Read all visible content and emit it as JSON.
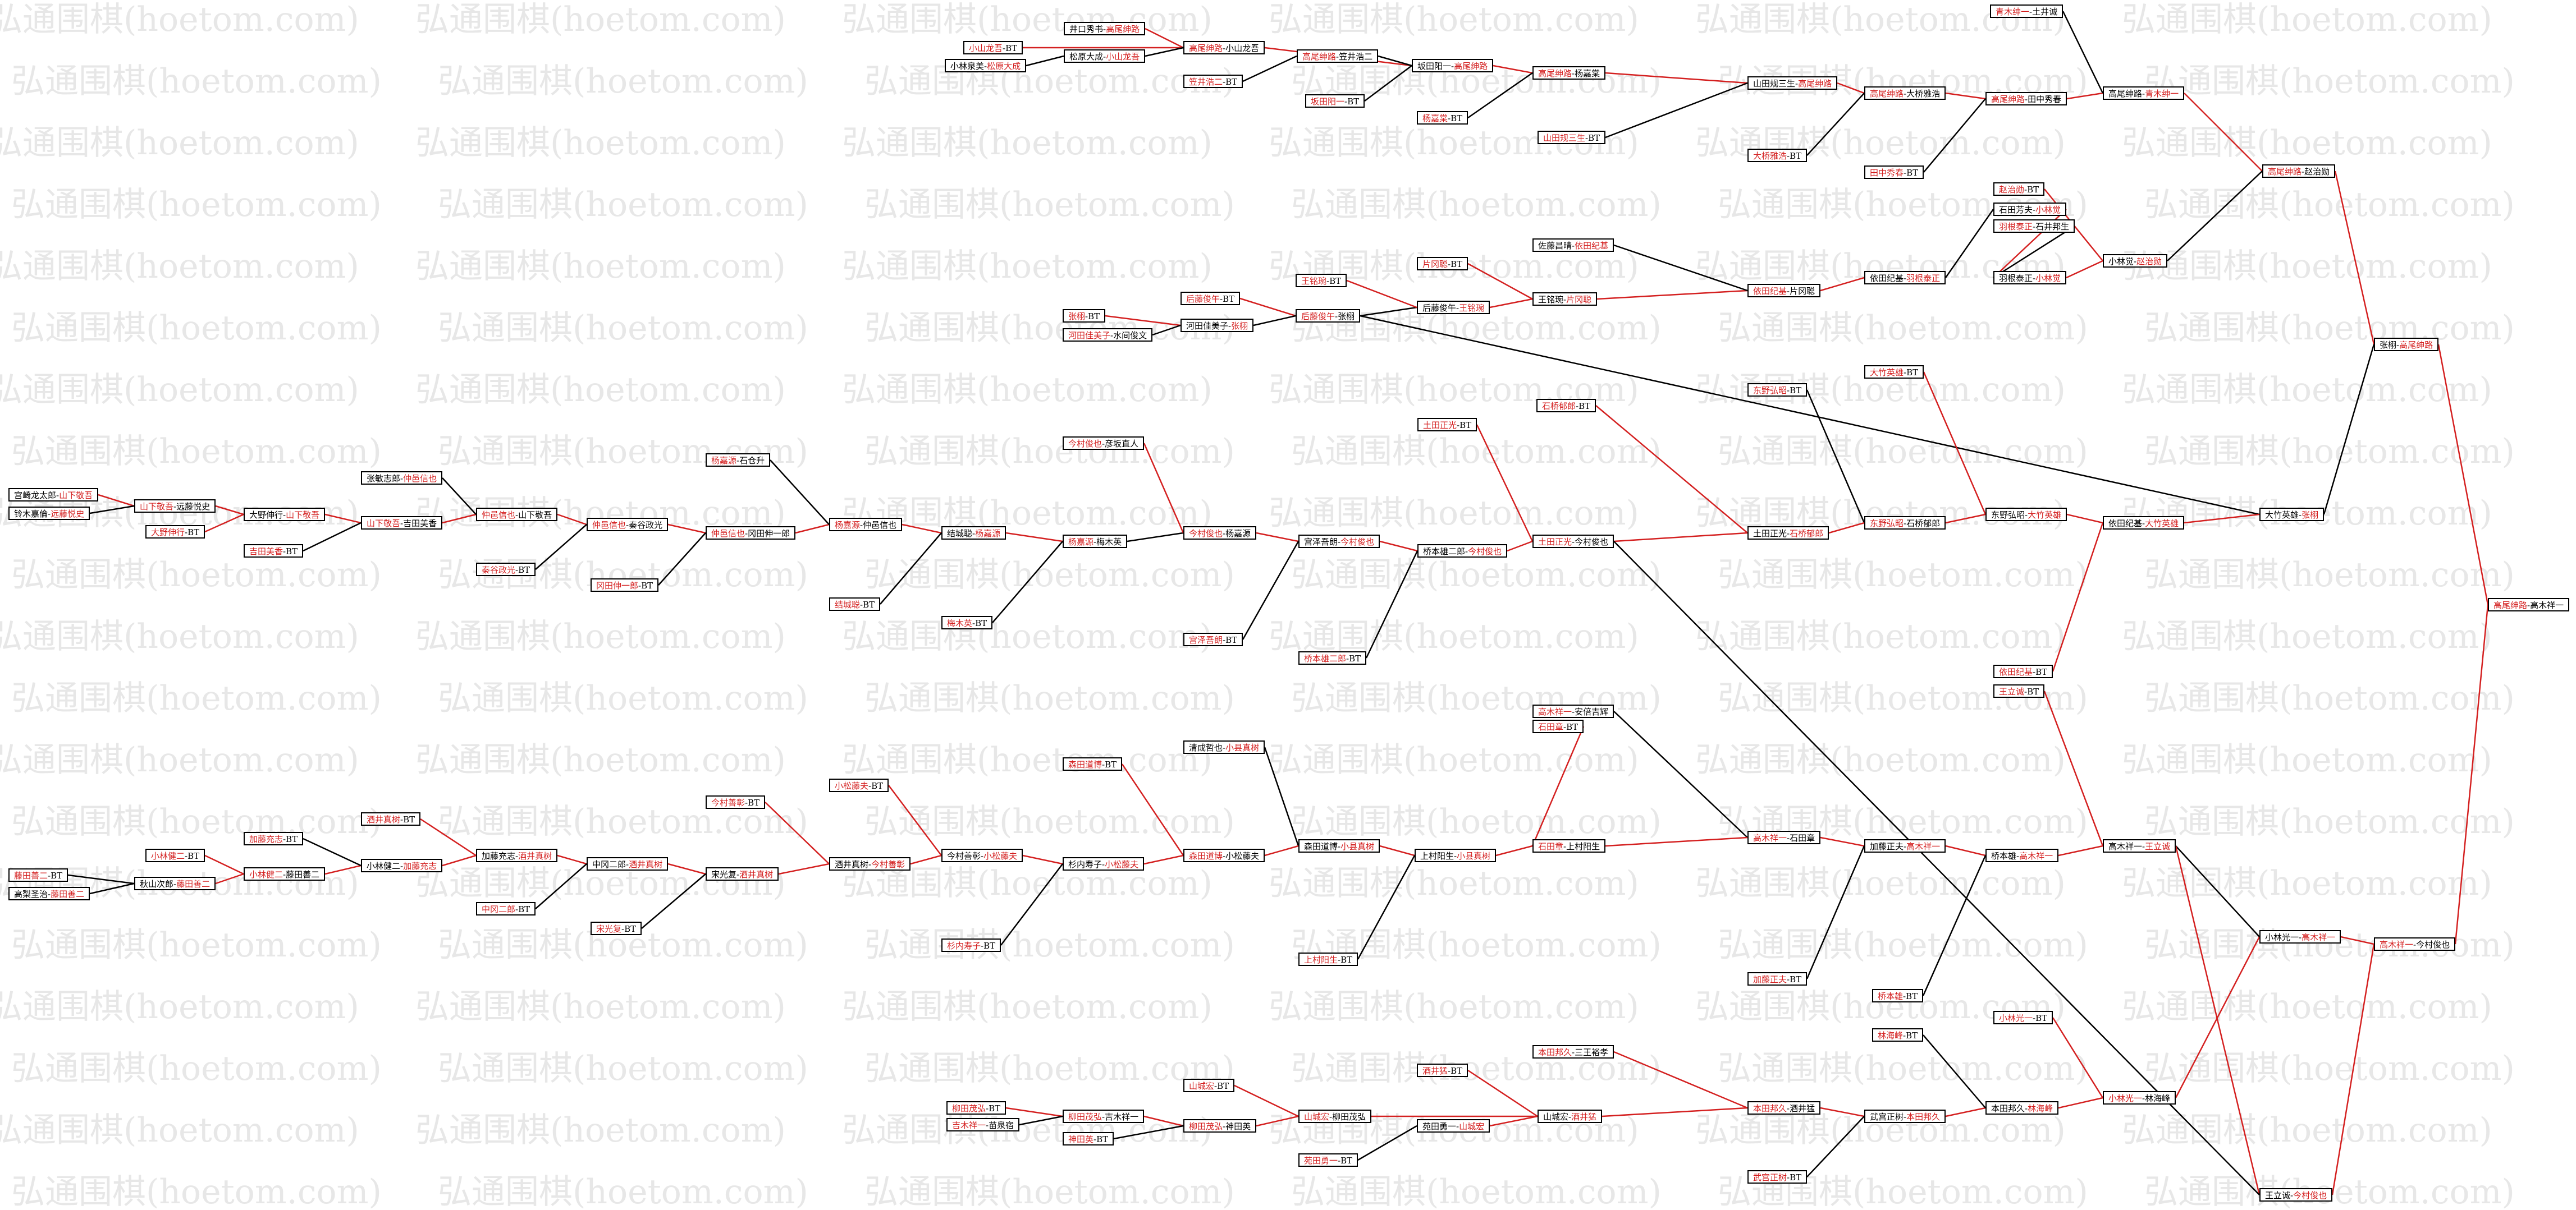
{
  "watermark": "弘通围棋(hoetom.com)",
  "colors": {
    "win_line": "#d42020",
    "loss_line": "#000000",
    "winner_text": "#d42020"
  },
  "nodes": [
    {
      "id": "n1",
      "p1": "小山龙吾",
      "p2": "BT",
      "w": 1
    },
    {
      "id": "n2",
      "p1": "小林泉美",
      "p2": "松原大成",
      "w": 2
    },
    {
      "id": "n3",
      "p1": "井口秀书",
      "p2": "高尾绅路",
      "w": 2
    },
    {
      "id": "n4",
      "p1": "松原大成",
      "p2": "小山龙吾",
      "w": 2
    },
    {
      "id": "n5",
      "p1": "高尾绅路",
      "p2": "小山龙吾",
      "w": 1
    },
    {
      "id": "n6",
      "p1": "笠井浩二",
      "p2": "BT",
      "w": 1
    },
    {
      "id": "n7",
      "p1": "高尾绅路",
      "p2": "笠井浩二",
      "w": 1
    },
    {
      "id": "n8",
      "p1": "坂田阳一",
      "p2": "BT",
      "w": 1
    },
    {
      "id": "n9",
      "p1": "坂田阳一",
      "p2": "高尾绅路",
      "w": 2
    },
    {
      "id": "n10",
      "p1": "杨嘉棠",
      "p2": "BT",
      "w": 1
    },
    {
      "id": "n11",
      "p1": "高尾绅路",
      "p2": "杨嘉棠",
      "w": 1
    },
    {
      "id": "n12",
      "p1": "山田规三生",
      "p2": "BT",
      "w": 1
    },
    {
      "id": "n13",
      "p1": "山田规三生",
      "p2": "高尾绅路",
      "w": 2
    },
    {
      "id": "n14",
      "p1": "大桥雅浩",
      "p2": "BT",
      "w": 1
    },
    {
      "id": "n15",
      "p1": "高尾绅路",
      "p2": "大桥雅浩",
      "w": 1
    },
    {
      "id": "n16",
      "p1": "田中秀春",
      "p2": "BT",
      "w": 1
    },
    {
      "id": "n17",
      "p1": "高尾绅路",
      "p2": "田中秀春",
      "w": 1
    },
    {
      "id": "n18",
      "p1": "青木绅一",
      "p2": "土井诚",
      "w": 1
    },
    {
      "id": "n19",
      "p1": "高尾绅路",
      "p2": "青木绅一",
      "w": 2
    },
    {
      "id": "n20",
      "p1": "高尾绅路",
      "p2": "赵治勋",
      "w": 1
    },
    {
      "id": "n21",
      "p1": "石田芳夫",
      "p2": "小林觉",
      "w": 2
    },
    {
      "id": "n22",
      "p1": "羽根泰正",
      "p2": "石井邦生",
      "w": 1
    },
    {
      "id": "n23",
      "p1": "羽根泰正",
      "p2": "小林觉",
      "w": 2
    },
    {
      "id": "n24",
      "p1": "赵治勋",
      "p2": "BT",
      "w": 1
    },
    {
      "id": "n25",
      "p1": "小林觉",
      "p2": "赵治勋",
      "w": 2
    },
    {
      "id": "n26",
      "p1": "张栩",
      "p2": "高尾绅路",
      "w": 2
    },
    {
      "id": "n27",
      "p1": "高尾绅路",
      "p2": "高木祥一",
      "w": 1
    },
    {
      "id": "n28",
      "p1": "后藤俊午",
      "p2": "BT",
      "w": 1
    },
    {
      "id": "n29",
      "p1": "张栩",
      "p2": "BT",
      "w": 1
    },
    {
      "id": "n30",
      "p1": "河田佳美子",
      "p2": "水间俊文",
      "w": 1
    },
    {
      "id": "n31",
      "p1": "河田佳美子",
      "p2": "张栩",
      "w": 2
    },
    {
      "id": "n32",
      "p1": "后藤俊午",
      "p2": "张栩",
      "w": 1
    },
    {
      "id": "n33",
      "p1": "王铭琬",
      "p2": "BT",
      "w": 1
    },
    {
      "id": "n34",
      "p1": "片冈聪",
      "p2": "BT",
      "w": 1
    },
    {
      "id": "n35",
      "p1": "后藤俊午",
      "p2": "王铭琬",
      "w": 2
    },
    {
      "id": "n36",
      "p1": "王铭琬",
      "p2": "片冈聪",
      "w": 2
    },
    {
      "id": "n37",
      "p1": "佐藤昌晴",
      "p2": "依田纪基",
      "w": 2
    },
    {
      "id": "n38",
      "p1": "依田纪基",
      "p2": "片冈聪",
      "w": 1
    },
    {
      "id": "n39",
      "p1": "依田纪基",
      "p2": "羽根泰正",
      "w": 2
    },
    {
      "id": "n40",
      "p1": "大竹英雄",
      "p2": "张栩",
      "w": 2
    },
    {
      "id": "n41",
      "p1": "东野弘昭",
      "p2": "BT",
      "w": 1
    },
    {
      "id": "n42",
      "p1": "大竹英雄",
      "p2": "BT",
      "w": 1
    },
    {
      "id": "n43",
      "p1": "石桥郁郎",
      "p2": "BT",
      "w": 1
    },
    {
      "id": "n44",
      "p1": "土田正光",
      "p2": "石桥郁郎",
      "w": 2
    },
    {
      "id": "n45",
      "p1": "东野弘昭",
      "p2": "石桥郁郎",
      "w": 1
    },
    {
      "id": "n46",
      "p1": "东野弘昭",
      "p2": "大竹英雄",
      "w": 2
    },
    {
      "id": "n47",
      "p1": "依田纪基",
      "p2": "大竹英雄",
      "w": 2
    },
    {
      "id": "n48",
      "p1": "宫崎龙太郎",
      "p2": "山下敬吾",
      "w": 2
    },
    {
      "id": "n49",
      "p1": "铃木嘉倫",
      "p2": "远藤悦史",
      "w": 2
    },
    {
      "id": "n50",
      "p1": "山下敬吾",
      "p2": "远藤悦史",
      "w": 1
    },
    {
      "id": "n51",
      "p1": "大野伸行",
      "p2": "BT",
      "w": 1
    },
    {
      "id": "n52",
      "p1": "大野伸行",
      "p2": "山下敬吾",
      "w": 2
    },
    {
      "id": "n53",
      "p1": "吉田美香",
      "p2": "BT",
      "w": 1
    },
    {
      "id": "n54",
      "p1": "山下敬吾",
      "p2": "吉田美香",
      "w": 1
    },
    {
      "id": "n55",
      "p1": "张敏志郎",
      "p2": "仲邑信也",
      "w": 2
    },
    {
      "id": "n56",
      "p1": "仲邑信也",
      "p2": "山下敬吾",
      "w": 1
    },
    {
      "id": "n57",
      "p1": "秦谷政光",
      "p2": "BT",
      "w": 1
    },
    {
      "id": "n58",
      "p1": "仲邑信也",
      "p2": "秦谷政光",
      "w": 1
    },
    {
      "id": "n59",
      "p1": "冈田伸一郎",
      "p2": "BT",
      "w": 1
    },
    {
      "id": "n60",
      "p1": "仲邑信也",
      "p2": "冈田伸一郎",
      "w": 1
    },
    {
      "id": "n61",
      "p1": "杨嘉源",
      "p2": "石仓升",
      "w": 1
    },
    {
      "id": "n62",
      "p1": "杨嘉源",
      "p2": "仲邑信也",
      "w": 1
    },
    {
      "id": "n63",
      "p1": "结城聪",
      "p2": "BT",
      "w": 1
    },
    {
      "id": "n64",
      "p1": "结城聪",
      "p2": "杨嘉源",
      "w": 2
    },
    {
      "id": "n65",
      "p1": "梅木英",
      "p2": "BT",
      "w": 1
    },
    {
      "id": "n66",
      "p1": "杨嘉源",
      "p2": "梅木英",
      "w": 1
    },
    {
      "id": "n67",
      "p1": "今村俊也",
      "p2": "彦坂直人",
      "w": 1
    },
    {
      "id": "n68",
      "p1": "今村俊也",
      "p2": "杨嘉源",
      "w": 1
    },
    {
      "id": "n69",
      "p1": "宫泽吾朗",
      "p2": "BT",
      "w": 1
    },
    {
      "id": "n70",
      "p1": "宫泽吾朗",
      "p2": "今村俊也",
      "w": 2
    },
    {
      "id": "n71",
      "p1": "桥本雄二郎",
      "p2": "BT",
      "w": 1
    },
    {
      "id": "n72",
      "p1": "桥本雄二郎",
      "p2": "今村俊也",
      "w": 2
    },
    {
      "id": "n73",
      "p1": "土田正光",
      "p2": "BT",
      "w": 1
    },
    {
      "id": "n74",
      "p1": "土田正光",
      "p2": "今村俊也",
      "w": 1
    },
    {
      "id": "n75",
      "p1": "藤田善二",
      "p2": "BT",
      "w": 1
    },
    {
      "id": "n76",
      "p1": "高梨圣治",
      "p2": "藤田善二",
      "w": 2
    },
    {
      "id": "n77",
      "p1": "小林健二",
      "p2": "BT",
      "w": 1
    },
    {
      "id": "n78",
      "p1": "秋山次郎",
      "p2": "藤田善二",
      "w": 2
    },
    {
      "id": "n79",
      "p1": "小林健二",
      "p2": "藤田善二",
      "w": 1
    },
    {
      "id": "n80",
      "p1": "加藤充志",
      "p2": "BT",
      "w": 1
    },
    {
      "id": "n81",
      "p1": "小林健二",
      "p2": "加藤充志",
      "w": 2
    },
    {
      "id": "n82",
      "p1": "酒井真树",
      "p2": "BT",
      "w": 1
    },
    {
      "id": "n83",
      "p1": "加藤充志",
      "p2": "酒井真树",
      "w": 2
    },
    {
      "id": "n84",
      "p1": "中冈二郎",
      "p2": "BT",
      "w": 1
    },
    {
      "id": "n85",
      "p1": "中冈二郎",
      "p2": "酒井真树",
      "w": 2
    },
    {
      "id": "n86",
      "p1": "宋光复",
      "p2": "BT",
      "w": 1
    },
    {
      "id": "n87",
      "p1": "今村善彰",
      "p2": "BT",
      "w": 1
    },
    {
      "id": "n88",
      "p1": "宋光复",
      "p2": "酒井真树",
      "w": 2
    },
    {
      "id": "n89",
      "p1": "小松藤夫",
      "p2": "BT",
      "w": 1
    },
    {
      "id": "n90",
      "p1": "酒井真树",
      "p2": "今村善彰",
      "w": 2
    },
    {
      "id": "n91",
      "p1": "今村善彰",
      "p2": "小松藤夫",
      "w": 2
    },
    {
      "id": "n92",
      "p1": "森田道博",
      "p2": "BT",
      "w": 1
    },
    {
      "id": "n93",
      "p1": "杉内寿子",
      "p2": "BT",
      "w": 1
    },
    {
      "id": "n94",
      "p1": "杉内寿子",
      "p2": "小松藤夫",
      "w": 2
    },
    {
      "id": "n95",
      "p1": "清成哲也",
      "p2": "小县真树",
      "w": 2
    },
    {
      "id": "n96",
      "p1": "森田道博",
      "p2": "小松藤夫",
      "w": 1
    },
    {
      "id": "n97",
      "p1": "森田道博",
      "p2": "小县真树",
      "w": 2
    },
    {
      "id": "n98",
      "p1": "上村阳生",
      "p2": "BT",
      "w": 1
    },
    {
      "id": "n99",
      "p1": "上村阳生",
      "p2": "小县真树",
      "w": 2
    },
    {
      "id": "n100",
      "p1": "石田章",
      "p2": "BT",
      "w": 1
    },
    {
      "id": "n101",
      "p1": "高木祥一",
      "p2": "安倍吉辉",
      "w": 1
    },
    {
      "id": "n102",
      "p1": "石田章",
      "p2": "上村阳生",
      "w": 1
    },
    {
      "id": "n103",
      "p1": "高木祥一",
      "p2": "石田章",
      "w": 1
    },
    {
      "id": "n104",
      "p1": "加藤正夫",
      "p2": "BT",
      "w": 1
    },
    {
      "id": "n105",
      "p1": "加藤正夫",
      "p2": "高木祥一",
      "w": 2
    },
    {
      "id": "n106",
      "p1": "桥本雄",
      "p2": "BT",
      "w": 1
    },
    {
      "id": "n107",
      "p1": "桥本雄",
      "p2": "高木祥一",
      "w": 2
    },
    {
      "id": "n108",
      "p1": "依田纪基",
      "p2": "BT",
      "w": 1
    },
    {
      "id": "n109",
      "p1": "王立诚",
      "p2": "BT",
      "w": 1
    },
    {
      "id": "n110",
      "p1": "高木祥一",
      "p2": "王立诚",
      "w": 2
    },
    {
      "id": "n111",
      "p1": "小林光一",
      "p2": "高木祥一",
      "w": 2
    },
    {
      "id": "n112",
      "p1": "高木祥一",
      "p2": "今村俊也",
      "w": 1
    },
    {
      "id": "n113",
      "p1": "王立诚",
      "p2": "今村俊也",
      "w": 2
    },
    {
      "id": "n114",
      "p1": "柳田茂弘",
      "p2": "BT",
      "w": 1
    },
    {
      "id": "n115",
      "p1": "吉木祥一",
      "p2": "苗泉宿",
      "w": 1
    },
    {
      "id": "n116",
      "p1": "柳田茂弘",
      "p2": "吉木祥一",
      "w": 1
    },
    {
      "id": "n117",
      "p1": "山城宏",
      "p2": "BT",
      "w": 1
    },
    {
      "id": "n118",
      "p1": "神田英",
      "p2": "BT",
      "w": 1
    },
    {
      "id": "n119",
      "p1": "柳田茂弘",
      "p2": "神田英",
      "w": 1
    },
    {
      "id": "n120",
      "p1": "山城宏",
      "p2": "柳田茂弘",
      "w": 1
    },
    {
      "id": "n121",
      "p1": "酒井猛",
      "p2": "BT",
      "w": 1
    },
    {
      "id": "n122",
      "p1": "苑田勇一",
      "p2": "BT",
      "w": 1
    },
    {
      "id": "n123",
      "p1": "苑田勇一",
      "p2": "山城宏",
      "w": 2
    },
    {
      "id": "n124",
      "p1": "山城宏",
      "p2": "酒井猛",
      "w": 2
    },
    {
      "id": "n125",
      "p1": "本田邦久",
      "p2": "三王裕孝",
      "w": 1
    },
    {
      "id": "n126",
      "p1": "本田邦久",
      "p2": "酒井猛",
      "w": 1
    },
    {
      "id": "n127",
      "p1": "武宫正树",
      "p2": "BT",
      "w": 1
    },
    {
      "id": "n128",
      "p1": "武宫正树",
      "p2": "本田邦久",
      "w": 2
    },
    {
      "id": "n129",
      "p1": "林海峰",
      "p2": "BT",
      "w": 1
    },
    {
      "id": "n130",
      "p1": "本田邦久",
      "p2": "林海峰",
      "w": 2
    },
    {
      "id": "n131",
      "p1": "小林光一",
      "p2": "BT",
      "w": 1
    },
    {
      "id": "n132",
      "p1": "小林光一",
      "p2": "林海峰",
      "w": 1
    }
  ],
  "links": [
    [
      "n1",
      "n5",
      1
    ],
    [
      "n2",
      "n4",
      0
    ],
    [
      "n3",
      "n5",
      1
    ],
    [
      "n4",
      "n5",
      0
    ],
    [
      "n5",
      "n9",
      1
    ],
    [
      "n6",
      "n7",
      0
    ],
    [
      "n7",
      "n9",
      0
    ],
    [
      "n8",
      "n9",
      0
    ],
    [
      "n9",
      "n11",
      1
    ],
    [
      "n10",
      "n11",
      0
    ],
    [
      "n11",
      "n13",
      1
    ],
    [
      "n12",
      "n13",
      0
    ],
    [
      "n13",
      "n15",
      1
    ],
    [
      "n14",
      "n15",
      0
    ],
    [
      "n15",
      "n17",
      1
    ],
    [
      "n16",
      "n17",
      0
    ],
    [
      "n17",
      "n19",
      1
    ],
    [
      "n18",
      "n19",
      0
    ],
    [
      "n19",
      "n20",
      1
    ],
    [
      "n20",
      "n26",
      1
    ],
    [
      "n21",
      "n23",
      1
    ],
    [
      "n22",
      "n23",
      0
    ],
    [
      "n23",
      "n25",
      1
    ],
    [
      "n24",
      "n25",
      1
    ],
    [
      "n25",
      "n20",
      0
    ],
    [
      "n26",
      "n27",
      1
    ],
    [
      "n28",
      "n32",
      1
    ],
    [
      "n29",
      "n31",
      1
    ],
    [
      "n30",
      "n31",
      0
    ],
    [
      "n31",
      "n32",
      0
    ],
    [
      "n32",
      "n35",
      0
    ],
    [
      "n33",
      "n35",
      1
    ],
    [
      "n34",
      "n36",
      1
    ],
    [
      "n35",
      "n36",
      1
    ],
    [
      "n36",
      "n38",
      1
    ],
    [
      "n37",
      "n38",
      0
    ],
    [
      "n38",
      "n39",
      1
    ],
    [
      "n39",
      "n21",
      0
    ],
    [
      "n32",
      "n40",
      0
    ],
    [
      "n40",
      "n26",
      0
    ],
    [
      "n41",
      "n45",
      0
    ],
    [
      "n42",
      "n46",
      1
    ],
    [
      "n43",
      "n44",
      1
    ],
    [
      "n44",
      "n45",
      1
    ],
    [
      "n45",
      "n46",
      1
    ],
    [
      "n46",
      "n47",
      1
    ],
    [
      "n47",
      "n40",
      1
    ],
    [
      "n48",
      "n50",
      1
    ],
    [
      "n49",
      "n50",
      0
    ],
    [
      "n50",
      "n52",
      1
    ],
    [
      "n51",
      "n52",
      1
    ],
    [
      "n52",
      "n54",
      1
    ],
    [
      "n53",
      "n54",
      0
    ],
    [
      "n54",
      "n56",
      1
    ],
    [
      "n55",
      "n56",
      0
    ],
    [
      "n56",
      "n58",
      1
    ],
    [
      "n57",
      "n58",
      0
    ],
    [
      "n58",
      "n60",
      1
    ],
    [
      "n59",
      "n60",
      0
    ],
    [
      "n60",
      "n62",
      1
    ],
    [
      "n61",
      "n62",
      0
    ],
    [
      "n62",
      "n64",
      1
    ],
    [
      "n63",
      "n64",
      0
    ],
    [
      "n64",
      "n66",
      1
    ],
    [
      "n65",
      "n66",
      0
    ],
    [
      "n66",
      "n68",
      0
    ],
    [
      "n67",
      "n68",
      1
    ],
    [
      "n68",
      "n70",
      1
    ],
    [
      "n69",
      "n70",
      0
    ],
    [
      "n70",
      "n72",
      1
    ],
    [
      "n71",
      "n72",
      0
    ],
    [
      "n72",
      "n74",
      1
    ],
    [
      "n73",
      "n74",
      1
    ],
    [
      "n74",
      "n44",
      1
    ],
    [
      "n75",
      "n78",
      0
    ],
    [
      "n76",
      "n78",
      0
    ],
    [
      "n77",
      "n79",
      1
    ],
    [
      "n78",
      "n79",
      1
    ],
    [
      "n79",
      "n81",
      1
    ],
    [
      "n80",
      "n81",
      0
    ],
    [
      "n81",
      "n83",
      1
    ],
    [
      "n82",
      "n83",
      1
    ],
    [
      "n83",
      "n85",
      1
    ],
    [
      "n84",
      "n85",
      0
    ],
    [
      "n85",
      "n88",
      1
    ],
    [
      "n86",
      "n88",
      0
    ],
    [
      "n87",
      "n90",
      1
    ],
    [
      "n88",
      "n90",
      1
    ],
    [
      "n89",
      "n91",
      1
    ],
    [
      "n90",
      "n91",
      1
    ],
    [
      "n91",
      "n94",
      1
    ],
    [
      "n92",
      "n96",
      1
    ],
    [
      "n93",
      "n94",
      0
    ],
    [
      "n94",
      "n96",
      1
    ],
    [
      "n95",
      "n97",
      0
    ],
    [
      "n96",
      "n97",
      1
    ],
    [
      "n97",
      "n99",
      1
    ],
    [
      "n98",
      "n99",
      0
    ],
    [
      "n99",
      "n102",
      1
    ],
    [
      "n100",
      "n102",
      1
    ],
    [
      "n101",
      "n103",
      0
    ],
    [
      "n102",
      "n103",
      1
    ],
    [
      "n103",
      "n105",
      1
    ],
    [
      "n104",
      "n105",
      0
    ],
    [
      "n105",
      "n107",
      1
    ],
    [
      "n106",
      "n107",
      0
    ],
    [
      "n107",
      "n110",
      1
    ],
    [
      "n108",
      "n47",
      1
    ],
    [
      "n109",
      "n110",
      1
    ],
    [
      "n110",
      "n111",
      0
    ],
    [
      "n111",
      "n112",
      1
    ],
    [
      "n112",
      "n27",
      1
    ],
    [
      "n110",
      "n113",
      1
    ],
    [
      "n113",
      "n112",
      1
    ],
    [
      "n114",
      "n116",
      1
    ],
    [
      "n115",
      "n116",
      0
    ],
    [
      "n116",
      "n119",
      1
    ],
    [
      "n117",
      "n120",
      1
    ],
    [
      "n118",
      "n119",
      0
    ],
    [
      "n119",
      "n120",
      1
    ],
    [
      "n120",
      "n124",
      1
    ],
    [
      "n121",
      "n124",
      1
    ],
    [
      "n122",
      "n123",
      0
    ],
    [
      "n123",
      "n124",
      1
    ],
    [
      "n124",
      "n126",
      1
    ],
    [
      "n125",
      "n126",
      1
    ],
    [
      "n126",
      "n128",
      1
    ],
    [
      "n127",
      "n128",
      0
    ],
    [
      "n128",
      "n130",
      1
    ],
    [
      "n129",
      "n130",
      0
    ],
    [
      "n130",
      "n132",
      1
    ],
    [
      "n131",
      "n132",
      1
    ],
    [
      "n132",
      "n111",
      1
    ],
    [
      "n74",
      "n113",
      0
    ]
  ]
}
